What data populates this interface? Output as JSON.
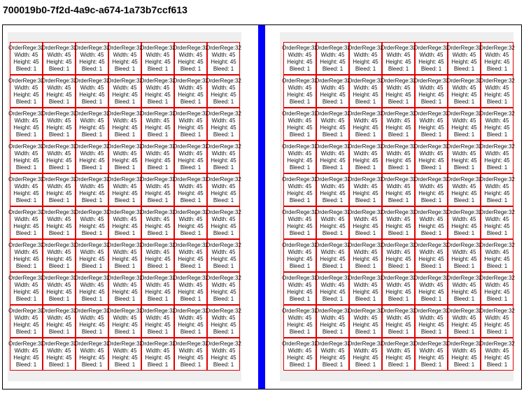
{
  "page": {
    "title": "700019b0-7f2d-4a9c-a674-1a73b7ccf613"
  },
  "colors": {
    "tile_border": "#e00000",
    "spine": "#0000ff",
    "panel": "#efefef"
  },
  "spread": {
    "columns": 7,
    "rows": 10,
    "pages": [
      "left",
      "right"
    ]
  },
  "tile": {
    "order_label": "OrderRege:32",
    "width_label": "Width: 45",
    "height_label": "Height: 45",
    "bleed_label": "Bleed: 1"
  }
}
